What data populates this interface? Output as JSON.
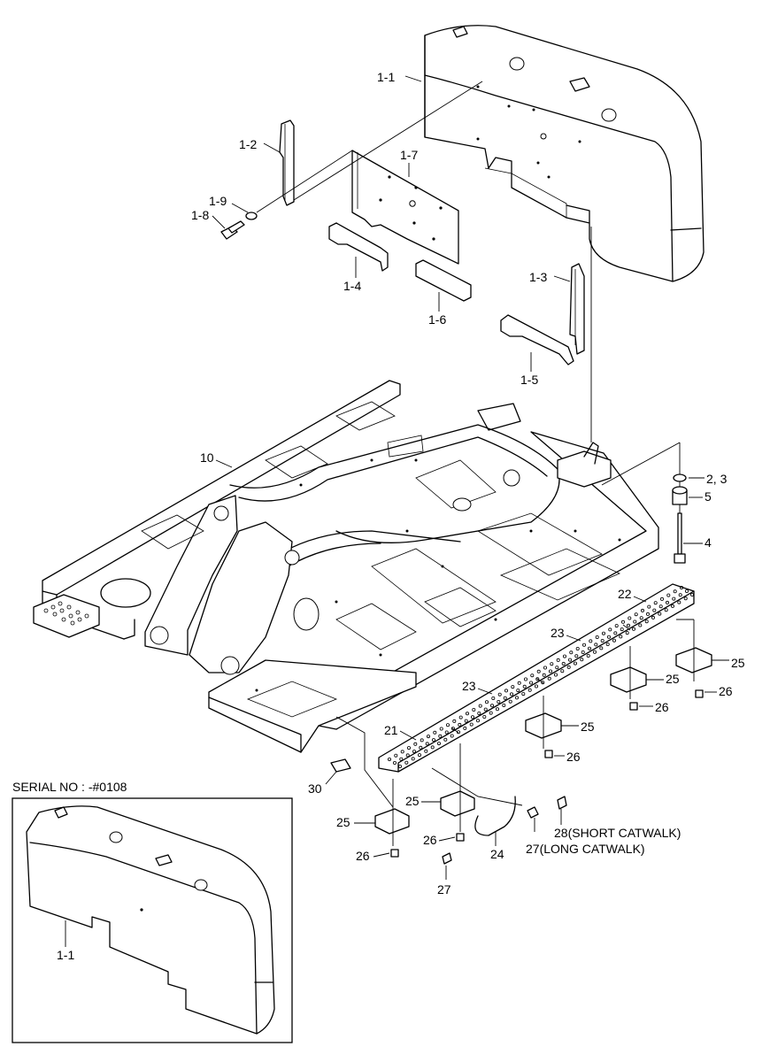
{
  "serial_box_title": "SERIAL NO : -#0108",
  "labels": {
    "p1_1": "1-1",
    "p1_2": "1-2",
    "p1_3": "1-3",
    "p1_4": "1-4",
    "p1_5": "1-5",
    "p1_6": "1-6",
    "p1_7": "1-7",
    "p1_8": "1-8",
    "p1_9": "1-9",
    "p2_3": "2, 3",
    "p4": "4",
    "p5": "5",
    "p10": "10",
    "p21": "21",
    "p22": "22",
    "p23a": "23",
    "p23b": "23",
    "p24": "24",
    "p25a": "25",
    "p25b": "25",
    "p25c": "25",
    "p25d": "25",
    "p25e": "25",
    "p26a": "26",
    "p26b": "26",
    "p26c": "26",
    "p26d": "26",
    "p26e": "26",
    "p27a": "27",
    "p27b": "27(LONG CATWALK)",
    "p28": "28(SHORT CATWALK)",
    "p30": "30",
    "inset_1_1": "1-1"
  }
}
